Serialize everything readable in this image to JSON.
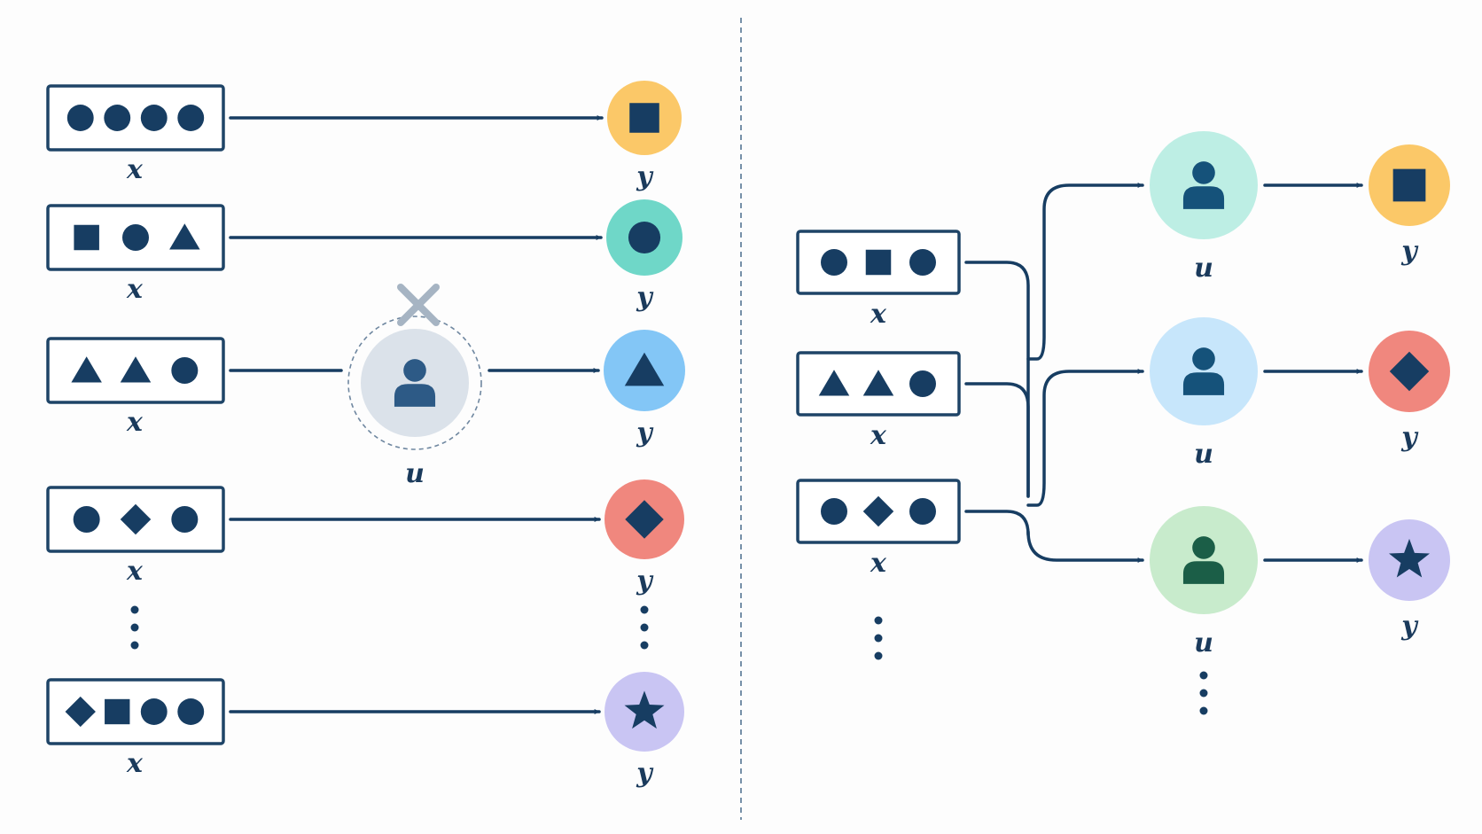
{
  "labels": {
    "x": "x",
    "y": "y",
    "u": "u"
  },
  "colors": {
    "ink": "#173d62",
    "box_border": "#1e4467",
    "divider": "#4a6d8c",
    "yellow": "#fbc868",
    "teal": "#6fd7c8",
    "blue": "#83c6f6",
    "red": "#f0877e",
    "lavender": "#c9c5f3",
    "user_gray": "#dbe2ea",
    "user_mint": "#bdeee4",
    "user_sky": "#c7e6fb",
    "user_green": "#c8ebcc",
    "cross": "#a6b4c3"
  },
  "left_panel": {
    "rows": [
      {
        "inputs": [
          "circle",
          "circle",
          "circle",
          "circle"
        ],
        "output": "square",
        "output_color": "yellow"
      },
      {
        "inputs": [
          "square",
          "circle",
          "triangle"
        ],
        "output": "circle",
        "output_color": "teal"
      },
      {
        "inputs": [
          "triangle",
          "triangle",
          "circle"
        ],
        "output": "triangle",
        "output_color": "blue",
        "blocked_user": true
      },
      {
        "inputs": [
          "circle",
          "diamond",
          "circle"
        ],
        "output": "diamond",
        "output_color": "red"
      },
      {
        "inputs": [
          "diamond",
          "square",
          "circle",
          "circle"
        ],
        "output": "star",
        "output_color": "lavender"
      }
    ],
    "blocked_user_icon": "user-icon",
    "blocked_marker_icon": "cross-icon"
  },
  "right_panel": {
    "inputs": [
      [
        "circle",
        "square",
        "circle"
      ],
      [
        "triangle",
        "triangle",
        "circle"
      ],
      [
        "circle",
        "diamond",
        "circle"
      ]
    ],
    "users": [
      {
        "color": "user_mint",
        "output": "square",
        "output_color": "yellow"
      },
      {
        "color": "user_sky",
        "output": "diamond",
        "output_color": "red"
      },
      {
        "color": "user_green",
        "output": "star",
        "output_color": "lavender"
      }
    ]
  }
}
